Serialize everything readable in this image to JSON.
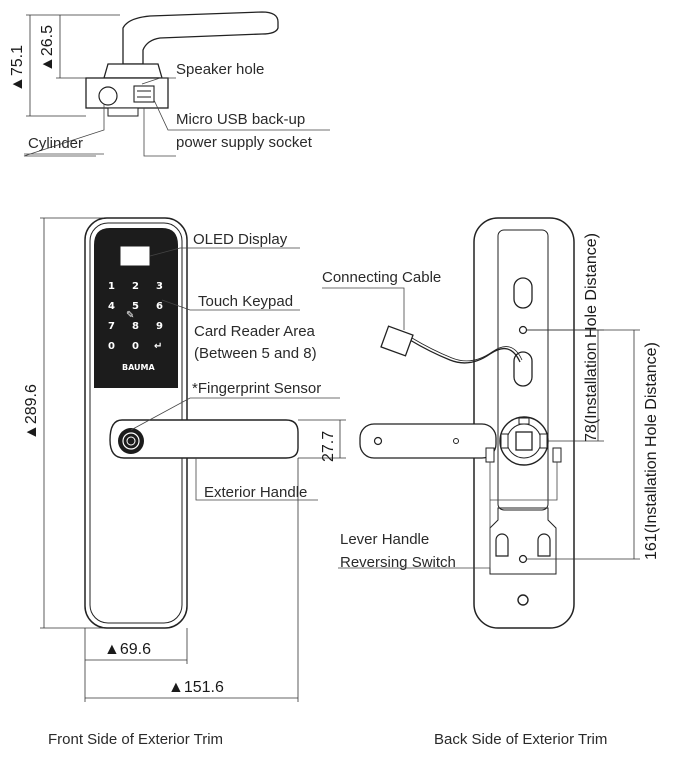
{
  "labels": {
    "speaker_hole": "Speaker hole",
    "micro_usb_1": "Micro USB back-up",
    "micro_usb_2": "power supply socket",
    "cylinder": "Cylinder",
    "oled_display": "OLED Display",
    "touch_keypad": "Touch Keypad",
    "card_reader_1": "Card Reader Area",
    "card_reader_2": "(Between 5 and 8)",
    "fingerprint_sensor": "*Fingerprint Sensor",
    "exterior_handle": "Exterior Handle",
    "connecting_cable": "Connecting Cable",
    "lever_reversing_1": "Lever Handle",
    "lever_reversing_2": "Reversing Switch",
    "brand": "BAUMA"
  },
  "dimensions": {
    "d75_1": "▲75.1",
    "d26_5": "▲26.5",
    "d289_6": "▲289.6",
    "d27_7": "27.7",
    "d69_6": "▲69.6",
    "d151_6": "▲151.6",
    "d78": "78(Installation Hole Distance)",
    "d161": "161(Installation Hole Distance)"
  },
  "keypad": [
    "1",
    "2",
    "3",
    "4",
    "5",
    "6",
    "7",
    "8",
    "9",
    "0",
    "0",
    "↵"
  ],
  "captions": {
    "front": "Front Side of Exterior Trim",
    "back": "Back Side of Exterior Trim"
  }
}
